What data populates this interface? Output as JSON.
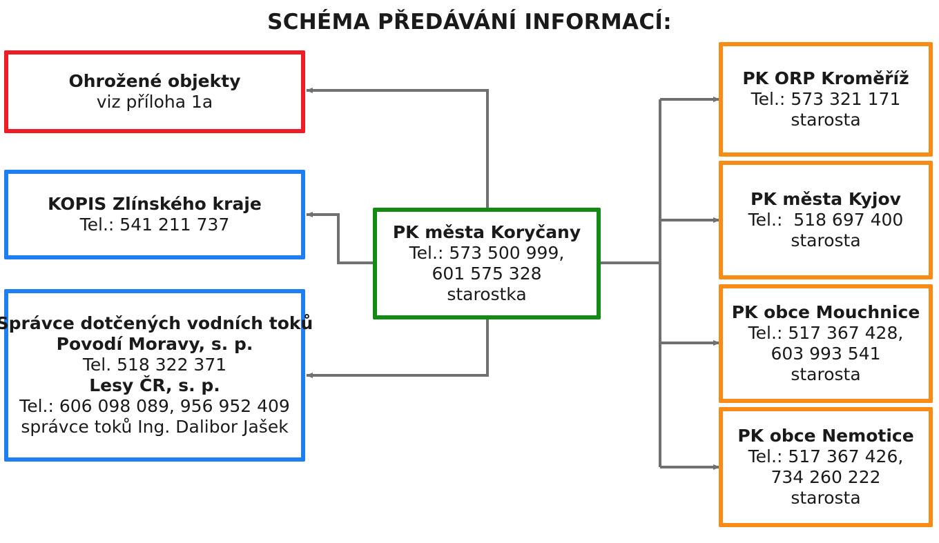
{
  "title": "SCHÉMA PŘEDÁVÁNÍ INFORMACÍ:",
  "colors": {
    "red": "#ee1c24",
    "blue": "#1f7ff0",
    "green": "#138a13",
    "orange": "#fb8b17",
    "connector": "#707070"
  },
  "center": {
    "name": "PK města Koryčany",
    "tel": "Tel.: 573 500 999,",
    "tel2": "601 575 328",
    "role": "starostka"
  },
  "left": {
    "objects": {
      "name": "Ohrožené objekty",
      "note": "viz příloha 1a"
    },
    "kopis": {
      "name": "KOPIS Zlínského kraje",
      "tel": "Tel.: 541 211 737"
    },
    "water": {
      "heading": "Správce dotčených vodních toků",
      "org1": "Povodí Moravy, s. p.",
      "tel1": "Tel. 518 322 371",
      "org2": "Lesy ČR, s. p.",
      "tel2": "Tel.: 606 098 089, 956 952 409",
      "manager": "správce toků Ing. Dalibor Jašek"
    }
  },
  "right": {
    "kromeriz": {
      "name": "PK ORP Kroměříž",
      "tel": "Tel.: 573 321 171",
      "role": "starosta"
    },
    "kyjov": {
      "name": "PK města Kyjov",
      "tel": "Tel.:  518 697 400",
      "role": "starosta"
    },
    "mouchnice": {
      "name": "PK obce Mouchnice",
      "tel": "Tel.: 517 367 428,",
      "tel2": "603 993 541",
      "role": "starosta"
    },
    "nemotice": {
      "name": "PK obce Nemotice",
      "tel": "Tel.: 517 367 426,",
      "tel2": "734 260 222",
      "role": "starosta"
    }
  }
}
